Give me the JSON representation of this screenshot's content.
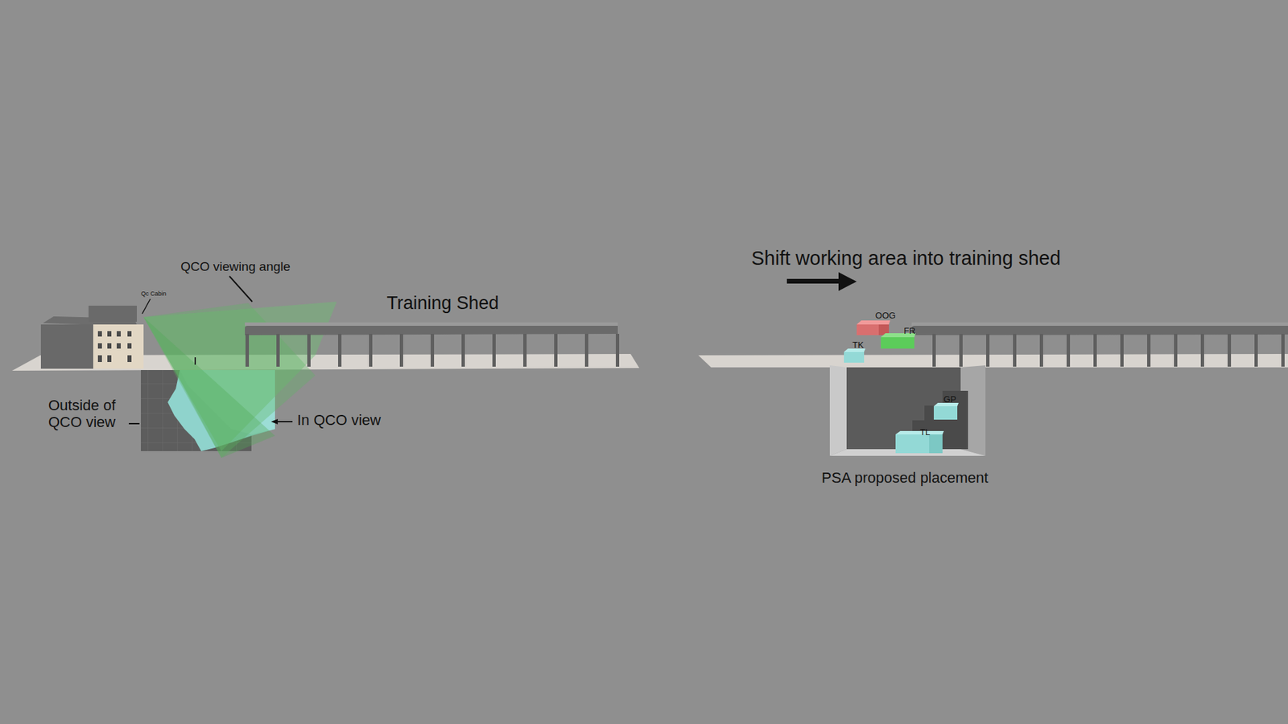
{
  "diagram": {
    "labels": [
      "QCO viewing angle",
      "Qc Cabin",
      "Training Shed",
      "Outside of QCO view",
      "In QCO view",
      "Shift working area into training shed",
      "OOG",
      "FR",
      "TK",
      "GP",
      "TL",
      "PSA proposed placement"
    ]
  }
}
